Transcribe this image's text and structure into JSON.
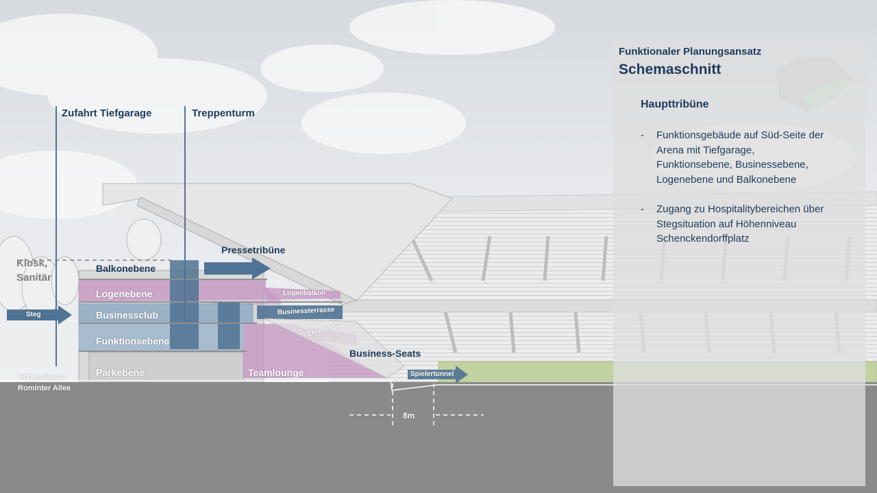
{
  "panel": {
    "subtitle": "Funktionaler Planungsansatz",
    "title": "Schemaschnitt",
    "heading": "Haupttribüne",
    "bullets": [
      {
        "dash": "-",
        "lines": [
          "Funktionsgebäude auf Süd-Seite der",
          "Arena mit Tiefgarage,",
          "Funktionsebene, Businessebene,",
          "Logenebene und Balkonebene"
        ]
      },
      {
        "dash": "-",
        "lines": [
          "Zugang zu Hospitalitybereichen über",
          "Stegsituation auf Höhenniveau",
          "Schenckendorffplatz"
        ]
      }
    ]
  },
  "callouts": {
    "zufahrt": "Zufahrt Tiefgarage",
    "treppenturm": "Treppenturm",
    "kiosk": [
      "Kiosk,",
      "Sanitär"
    ],
    "pressetribuene": "Pressetribüne",
    "business_seats": "Business-Seats",
    "hoehenniveau": [
      "Höhenniveau",
      "Rominter Allee"
    ],
    "dimension": "8m"
  },
  "levels": {
    "balkonebene": "Balkonebene",
    "logenebene": "Logenebene",
    "businessclub": "Businessclub",
    "funktionsebene": "Funktionsebene",
    "parkebene": "Parkebene",
    "teamlounge": "Teamlounge",
    "logenbalkon": "Logenbalkon",
    "businessterrasse": "Businessterrasse",
    "ehrenloge": "Ehrenloge",
    "steg": "Steg",
    "spielertunnel": "Spielertunnel"
  },
  "colors": {
    "navy": "#1d3a5c",
    "arrow_blue": "#4f7392",
    "pink_zone": "#c493c2",
    "blue_zone": "#9fb6cc",
    "pitch_green": "#c2d2a0",
    "ground": "#8a8a8a"
  }
}
